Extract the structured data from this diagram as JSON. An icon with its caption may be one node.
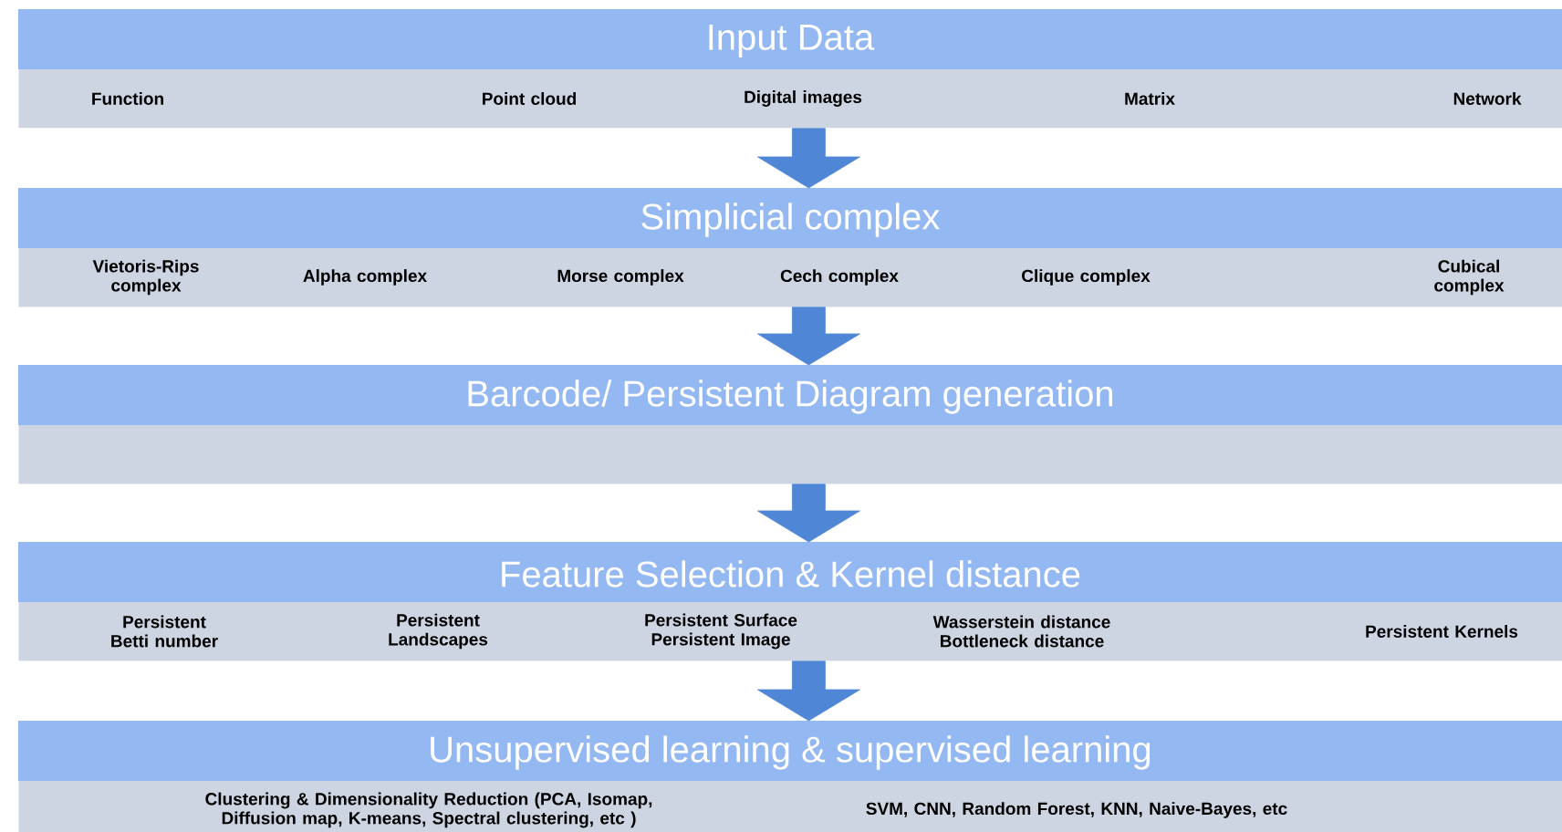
{
  "diagram": {
    "nodes": [
      {
        "text": [
          "Input Data",
          "Function",
          "Point cloud",
          "Digital images",
          "Matrix",
          "Network"
        ]
      },
      {
        "text": [
          "Simplicial complex",
          "Vietoris-Rips complex",
          "Alpha complex",
          "Morse complex",
          "Cech complex",
          "Clique complex",
          "Cubical complex"
        ]
      },
      {
        "text": [
          "Barcode/ Persistent Diagram generation"
        ]
      },
      {
        "text": [
          "Feature Selection & Kernel distance",
          "Persistent Betti number",
          "Persistent Landscapes",
          "Persistent Surface Persistent Image",
          "Wasserstein distance Bottleneck distance",
          "Persistent Kernels"
        ]
      },
      {
        "text": [
          "Unsupervised learning  &  supervised learning",
          "Clustering & Dimensionality Reduction (PCA, Isomap, Diffusion map, K-means, Spectral clustering, etc )",
          "SVM, CNN, Random Forest, KNN, Naive-Bayes, etc"
        ]
      }
    ],
    "edges": [
      {
        "from": 0,
        "to": 1,
        "arrow": "to"
      },
      {
        "from": 1,
        "to": 2,
        "arrow": "to"
      },
      {
        "from": 2,
        "to": 3,
        "arrow": "to"
      },
      {
        "from": 3,
        "to": 4,
        "arrow": "to"
      }
    ]
  }
}
